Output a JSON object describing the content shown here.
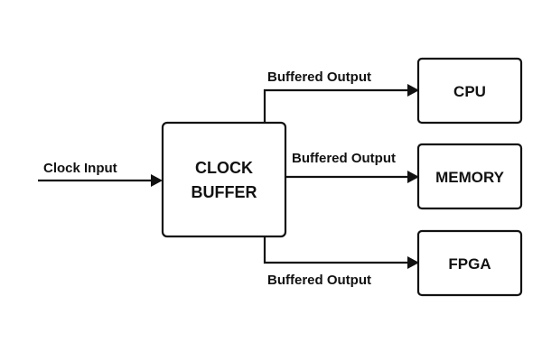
{
  "input": {
    "label": "Clock Input"
  },
  "buffer": {
    "line1": "CLOCK",
    "line2": "BUFFER"
  },
  "outputs": [
    {
      "label": "Buffered Output",
      "target": "CPU"
    },
    {
      "label": "Buffered Output",
      "target": "MEMORY"
    },
    {
      "label": "Buffered Output",
      "target": "FPGA"
    }
  ],
  "colors": {
    "stroke": "#111111",
    "background": "#ffffff"
  }
}
